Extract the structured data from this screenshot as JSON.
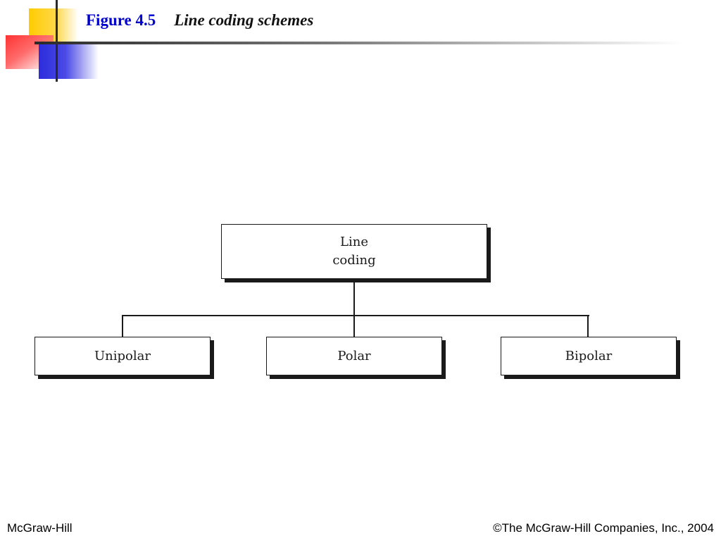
{
  "header": {
    "figure_number": "Figure 4.5",
    "figure_caption": "Line coding schemes"
  },
  "diagram": {
    "root": {
      "label_line1": "Line",
      "label_line2": "coding"
    },
    "children": [
      {
        "label": "Unipolar"
      },
      {
        "label": "Polar"
      },
      {
        "label": "Bipolar"
      }
    ]
  },
  "footer": {
    "publisher": "McGraw-Hill",
    "copyright": "©The McGraw-Hill Companies, Inc., 2004"
  }
}
